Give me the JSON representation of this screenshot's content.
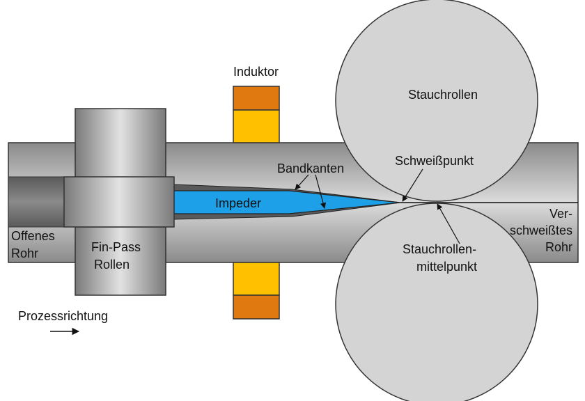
{
  "labels": {
    "inductor": "Induktor",
    "squeeze_rolls": "Stauchrollen",
    "weld_point": "Schweißpunkt",
    "strip_edges": "Bandkanten",
    "impeder": "Impeder",
    "open_tube_line1": "Offenes",
    "open_tube_line2": "Rohr",
    "fin_pass_line1": "Fin-Pass",
    "fin_pass_line2": "Rollen",
    "welded_tube_line1": "Ver-",
    "welded_tube_line2": "schweißtes",
    "welded_tube_line3": "Rohr",
    "roll_center_line1": "Stauchrollen-",
    "roll_center_line2": "mittelpunkt",
    "process_direction": "Prozessrichtung"
  },
  "colors": {
    "inductor_orange": "#e07a10",
    "inductor_yellow": "#ffc000",
    "impeder_blue": "#1ea0e8",
    "roll_gray": "#d4d4d4",
    "open_tube_dark": "#6e6e6e"
  }
}
